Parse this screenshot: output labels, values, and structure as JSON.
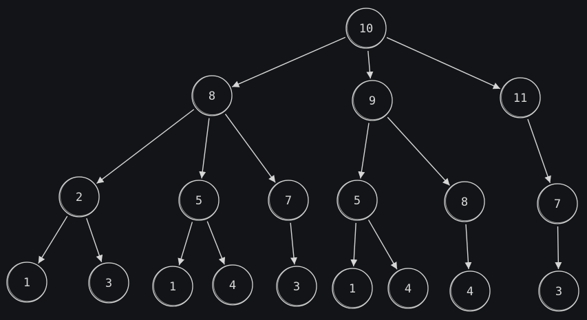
{
  "colors": {
    "background": "#121417",
    "stroke": "#d6d6d6",
    "text": "#d9d9d9"
  },
  "diagram": {
    "type": "tree",
    "nodes": [
      {
        "id": "n10",
        "label": "10"
      },
      {
        "id": "n8a",
        "label": "8"
      },
      {
        "id": "n9a",
        "label": "9"
      },
      {
        "id": "n11",
        "label": "11"
      },
      {
        "id": "n2",
        "label": "2"
      },
      {
        "id": "n5a",
        "label": "5"
      },
      {
        "id": "n7a",
        "label": "7"
      },
      {
        "id": "n5b",
        "label": "5"
      },
      {
        "id": "n8b",
        "label": "8"
      },
      {
        "id": "n7b",
        "label": "7"
      },
      {
        "id": "n1a",
        "label": "1"
      },
      {
        "id": "n3a",
        "label": "3"
      },
      {
        "id": "n1b",
        "label": "1"
      },
      {
        "id": "n4a",
        "label": "4"
      },
      {
        "id": "n3b",
        "label": "3"
      },
      {
        "id": "n1c",
        "label": "1"
      },
      {
        "id": "n4b",
        "label": "4"
      },
      {
        "id": "n4c",
        "label": "4"
      },
      {
        "id": "n3c",
        "label": "3"
      }
    ],
    "edges": [
      [
        "n10",
        "n8a"
      ],
      [
        "n10",
        "n9a"
      ],
      [
        "n10",
        "n11"
      ],
      [
        "n8a",
        "n2"
      ],
      [
        "n8a",
        "n5a"
      ],
      [
        "n8a",
        "n7a"
      ],
      [
        "n9a",
        "n5b"
      ],
      [
        "n9a",
        "n8b"
      ],
      [
        "n11",
        "n7b"
      ],
      [
        "n2",
        "n1a"
      ],
      [
        "n2",
        "n3a"
      ],
      [
        "n5a",
        "n1b"
      ],
      [
        "n5a",
        "n4a"
      ],
      [
        "n7a",
        "n3b"
      ],
      [
        "n5b",
        "n1c"
      ],
      [
        "n5b",
        "n4b"
      ],
      [
        "n8b",
        "n4c"
      ],
      [
        "n7b",
        "n3c"
      ]
    ]
  }
}
